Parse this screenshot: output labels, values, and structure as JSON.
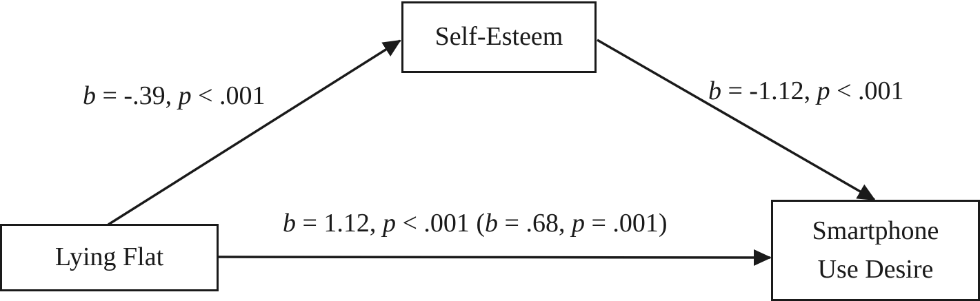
{
  "nodes": {
    "mediator": {
      "lines": [
        "Self-Esteem"
      ]
    },
    "predictor": {
      "lines": [
        "Lying Flat"
      ]
    },
    "outcome": {
      "lines": [
        "Smartphone",
        "Use Desire"
      ]
    }
  },
  "paths": {
    "a": {
      "b_symbol": "b",
      "b_eq": " = -.39, ",
      "p_symbol": "p",
      "p_eq": " < .001"
    },
    "b": {
      "b_symbol": "b",
      "b_eq": " = -1.12, ",
      "p_symbol": "p",
      "p_eq": " < .001"
    },
    "c": {
      "b_symbol": "b",
      "b_eq": " = 1.12, ",
      "p_symbol": "p",
      "p_eq": " < .001 (",
      "direct_b_symbol": "b",
      "direct_b_eq": " = .68, ",
      "direct_p_symbol": "p",
      "direct_p_eq": " = .001)"
    }
  },
  "colors": {
    "ink": "#1a1a1a",
    "background": "#ffffff"
  }
}
